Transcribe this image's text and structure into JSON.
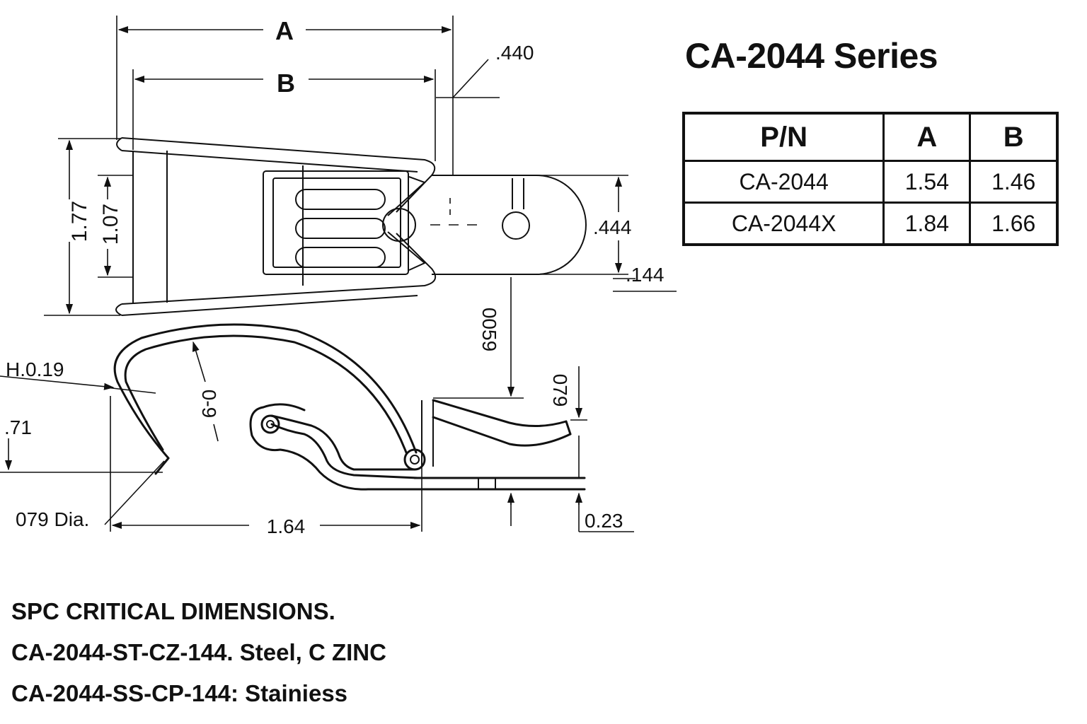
{
  "series_title": "CA-2044 Series",
  "table": {
    "headers": [
      "P/N",
      "A",
      "B"
    ],
    "rows": [
      [
        "CA-2044",
        "1.54",
        "1.46"
      ],
      [
        "CA-2044X",
        "1.84",
        "1.66"
      ]
    ]
  },
  "dimensions": {
    "a": "A",
    "b": "B",
    "d440": ".440",
    "d177": "1.77",
    "d107": "1.07",
    "d444": ".444",
    "d144": ".144",
    "d0059": "0059",
    "h019": "H.0.19",
    "d09": "0-9",
    "d71": ".71",
    "d079": "079",
    "d079dia": "079 Dia.",
    "d164": "1.64",
    "d023": "0.23"
  },
  "notes": [
    "SPC CRITICAL DIMENSIONS.",
    "CA-2044-ST-CZ-144. Steel, C ZINC",
    "CA-2044-SS-CP-144: Stainiess"
  ]
}
